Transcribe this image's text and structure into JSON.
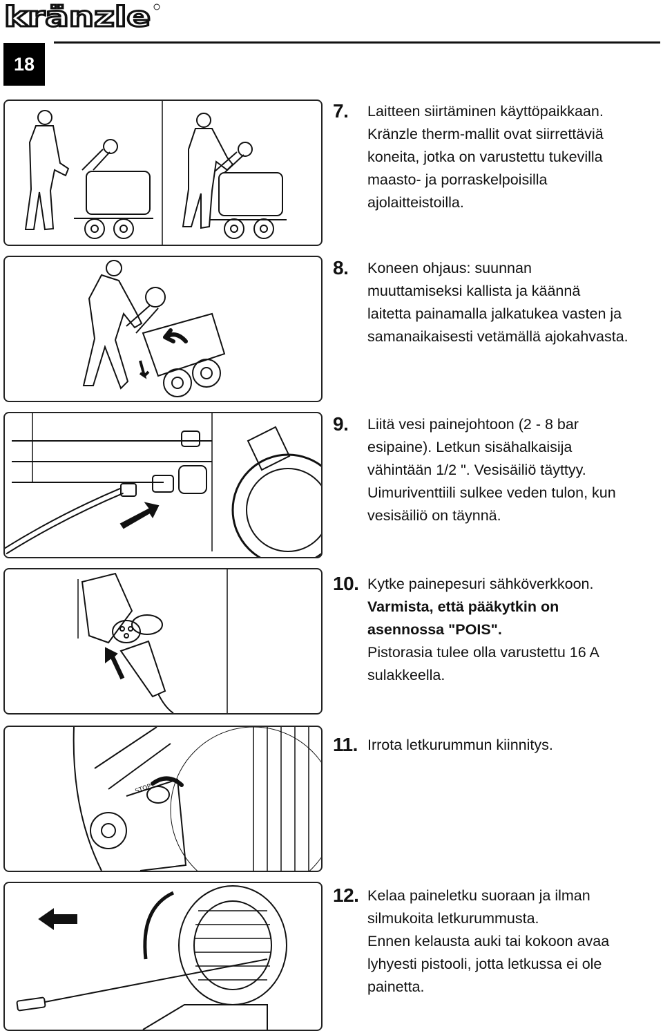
{
  "header": {
    "brand": "kränzle",
    "page_number": "18"
  },
  "steps": [
    {
      "number": "7.",
      "lines": [
        "Laitteen siirtäminen käyttöpaikkaan.",
        "Kränzle therm-mallit ovat siirrettäviä",
        "koneita, jotka on varustettu tukevilla",
        "maasto- ja porraskelpoisilla",
        "ajolaitteistoilla."
      ]
    },
    {
      "number": "8.",
      "lines": [
        "Koneen ohjaus: suunnan",
        "muuttamiseksi kallista ja käännä",
        "laitetta painamalla jalkatukea vasten ja",
        "samanaikaisesti vetämällä ajokahvasta."
      ]
    },
    {
      "number": "9.",
      "lines": [
        "Liitä vesi painejohtoon (2 - 8 bar",
        "esipaine). Letkun sisähalkaisija",
        "vähintään 1/2 \". Vesisäiliö täyttyy.",
        "Uimuriventtiili sulkee veden tulon, kun",
        "vesisäiliö on täynnä."
      ]
    },
    {
      "number": "10.",
      "lines": [
        "Kytke painepesuri sähköverkkoon."
      ],
      "bold_lines": [
        "Varmista, että pääkytkin on",
        "asennossa \"POIS\"."
      ],
      "lines_after": [
        "Pistorasia tulee olla varustettu 16 A",
        "sulakkeella."
      ]
    },
    {
      "number": "11.",
      "lines": [
        "Irrota letkurummun kiinnitys."
      ]
    },
    {
      "number": "12.",
      "lines": [
        "Kelaa paineletku suoraan ja ilman",
        "silmukoita letkurummusta.",
        "Ennen kelausta auki tai kokoon avaa",
        "lyhyesti pistooli, jotta letkussa ei ole",
        "painetta."
      ]
    }
  ],
  "illustrations": {
    "stop_label": "STOP"
  }
}
